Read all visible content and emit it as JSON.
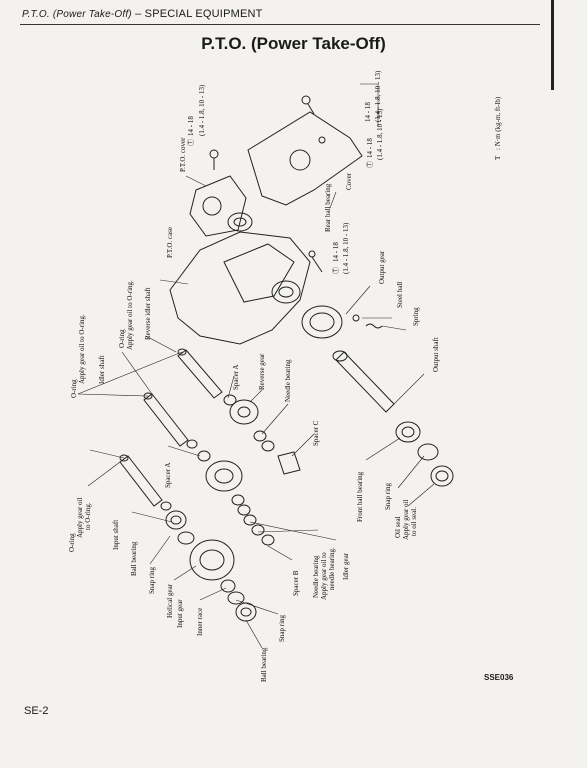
{
  "header": {
    "section_italic": "P.T.O. (Power Take-Off)",
    "section_rest": " – SPECIAL EQUIPMENT"
  },
  "title": "P.T.O. (Power Take-Off)",
  "footer": {
    "page": "SE-2",
    "figure_code": "SSE036"
  },
  "legend": {
    "symbol": "T",
    "text": ": N·m (kg-m, ft-lb)"
  },
  "labels": {
    "pto_cover": "P.T.O. cover",
    "torque1_a": "14 - 18",
    "torque1_b": "(1.4 - 1.8, 10 - 13)",
    "torque2_a": "14 - 18",
    "torque2_b": "(1.4 - 1.8, 10 - 13)",
    "torque3_a": "14 - 18",
    "torque3_b": "(1.4 - 1.8, 10 - 13)",
    "cover": "Cover",
    "rear_ball_bearing": "Rear ball bearing",
    "pto_case": "P.T.O. case",
    "oring_top": "O-ring",
    "oring_top_note": "Apply gear oil to O-ring.",
    "reverse_idler_shaft": "Reverse idler shaft",
    "idler_shaft": "Idler shaft",
    "oring_mid": "O-ring",
    "oring_mid_note": "Apply gear oil to O-ring.",
    "oring_low": "O-ring",
    "oring_low_note1": "Apply gear oil",
    "oring_low_note2": "to O-ring.",
    "spacer_a1": "Spacer A",
    "reverse_gear": "Reverse gear",
    "needle_bearing_top": "Needle bearing",
    "spacer_c": "Spacer C",
    "output_gear": "Output gear",
    "steel_ball": "Steel ball",
    "spring": "Spring",
    "output_shaft": "Output shaft",
    "front_ball_bearing": "Front ball bearing",
    "snap_ring_right": "Snap ring",
    "oil_seal": "Oil seal",
    "oil_seal_note1": "Apply gear oil",
    "oil_seal_note2": "to oil seal.",
    "spacer_a2": "Spacer A",
    "input_shaft": "Input shaft",
    "ball_bearing_left": "Ball bearing",
    "snap_ring_left": "Snap ring",
    "helical_gear": "Helical gear",
    "input_gear": "Input gear",
    "inner_race": "Inner race",
    "ball_bearing_bottom": "Ball bearing",
    "snap_ring_bottom": "Snap ring",
    "spacer_b": "Spacer B",
    "needle_bearing_bottom": "Needle bearing",
    "needle_bearing_note1": "Apply gear oil to",
    "needle_bearing_note2": "needle bearing.",
    "idler_gear": "Idler gear"
  }
}
